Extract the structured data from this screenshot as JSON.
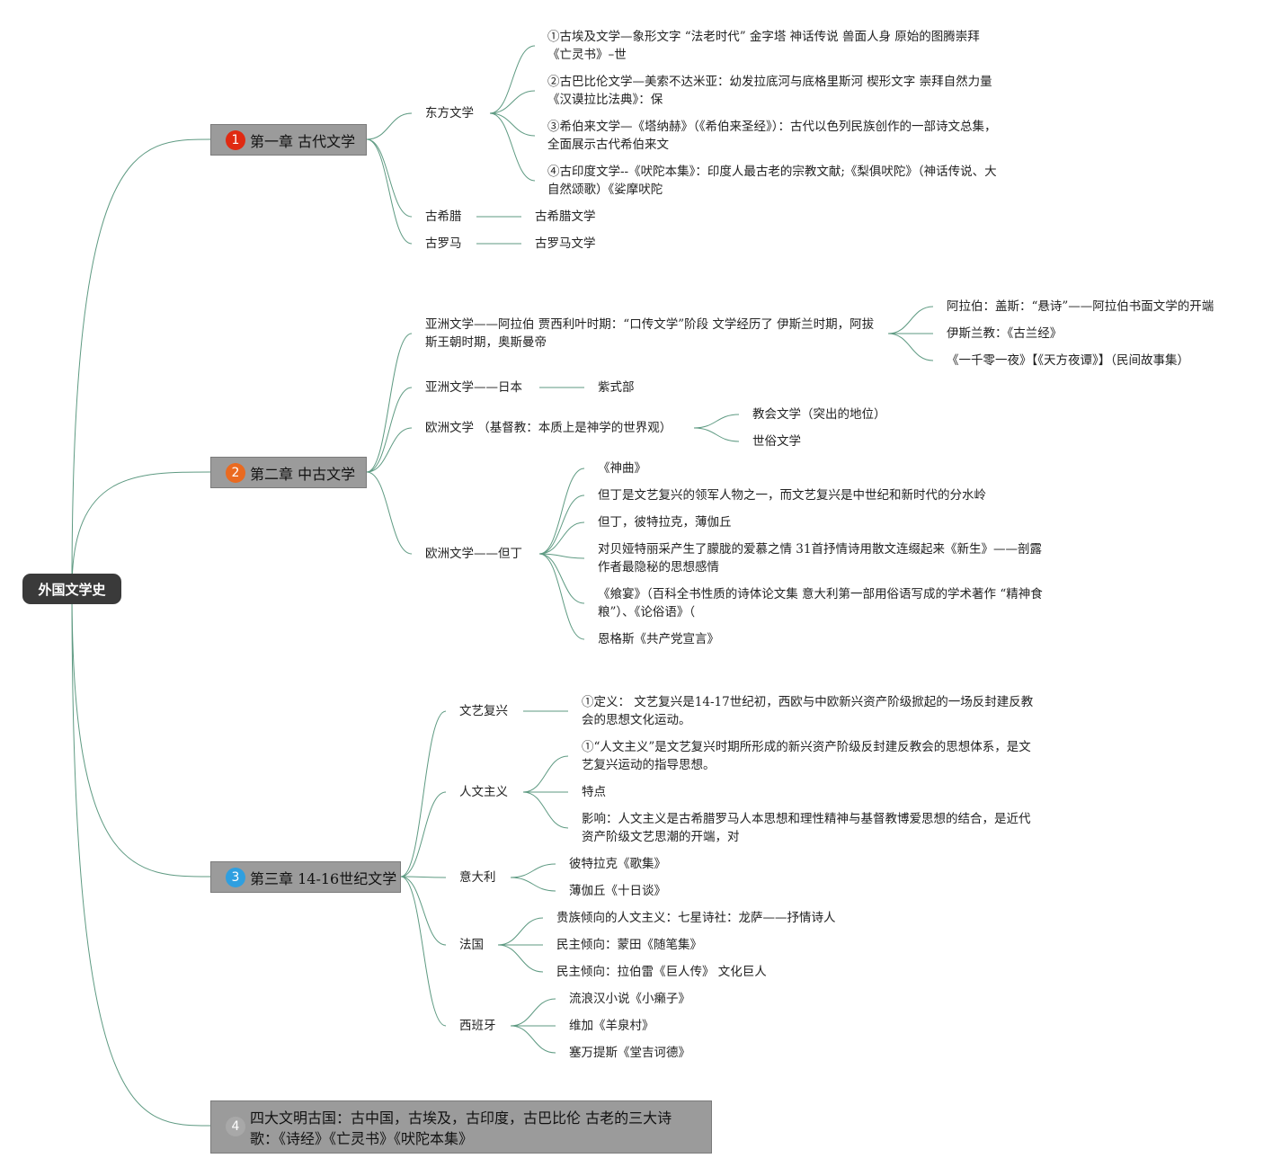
{
  "root": {
    "label": "外国文学史"
  },
  "colors": {
    "link": "#5e9a82",
    "chapter_fill": "#9b9b9b",
    "root_fill": "#3a3a3a"
  },
  "chapters": [
    {
      "badge": "1",
      "badge_color": "#e02a12",
      "label": "第一章 古代文学",
      "branches": [
        {
          "label": "东方文学",
          "items": [
            "①古埃及文学—象形文字 “法老时代” 金字塔 神话传说 兽面人身 原始的图腾崇拜《亡灵书》–世",
            "②古巴比伦文学—美索不达米亚：幼发拉底河与底格里斯河 楔形文字 崇拜自然力量 《汉谟拉比法典》：保",
            "③希伯来文学—《塔纳赫》（《希伯来圣经》）：古代以色列民族创作的一部诗文总集，全面展示古代希伯来文",
            "④古印度文学--《吠陀本集》：印度人最古老的宗教文献;《梨俱吠陀》（神话传说、大自然颂歌）《娑摩吠陀"
          ]
        },
        {
          "label": "古希腊",
          "items": [
            "古希腊文学"
          ]
        },
        {
          "label": "古罗马",
          "items": [
            "古罗马文学"
          ]
        }
      ]
    },
    {
      "badge": "2",
      "badge_color": "#ea6a20",
      "label": "第二章 中古文学",
      "branches": [
        {
          "label": "亚洲文学——阿拉伯 贾西利叶时期：“口传文学”阶段 文学经历了 伊斯兰时期，阿拔斯王朝时期，奥斯曼帝",
          "items": [
            "阿拉伯：盖斯：“悬诗”——阿拉伯书面文学的开端",
            "伊斯兰教：《古兰经》",
            "《一千零一夜》【《天方夜谭》】（民间故事集）"
          ]
        },
        {
          "label": "亚洲文学——日本",
          "items": [
            "紫式部"
          ]
        },
        {
          "label": "欧洲文学 （基督教：本质上是神学的世界观）",
          "items": [
            "教会文学（突出的地位）",
            "世俗文学"
          ]
        },
        {
          "label": "欧洲文学——但丁",
          "items": [
            "《神曲》",
            "但丁是文艺复兴的领军人物之一，而文艺复兴是中世纪和新时代的分水岭",
            "但丁，彼特拉克，薄伽丘",
            "对贝娅特丽采产生了朦胧的爱慕之情 31首抒情诗用散文连缀起来《新生》——剖露作者最隐秘的思想感情",
            "《飨宴》（百科全书性质的诗体论文集 意大利第一部用俗语写成的学术著作 “精神食粮”）、《论俗语》（",
            "恩格斯《共产党宣言》"
          ]
        }
      ]
    },
    {
      "badge": "3",
      "badge_color": "#2f9fe0",
      "label": "第三章 14-16世纪文学",
      "branches": [
        {
          "label": "文艺复兴",
          "items": [
            "①定义： 文艺复兴是14-17世纪初，西欧与中欧新兴资产阶级掀起的一场反封建反教会的思想文化运动。"
          ]
        },
        {
          "label": "人文主义",
          "items": [
            "①“人文主义”是文艺复兴时期所形成的新兴资产阶级反封建反教会的思想体系，是文艺复兴运动的指导思想。",
            "特点",
            "影响：人文主义是古希腊罗马人本思想和理性精神与基督教博爱思想的结合，是近代资产阶级文艺思潮的开端，对"
          ]
        },
        {
          "label": "意大利",
          "items": [
            "彼特拉克《歌集》",
            "薄伽丘《十日谈》"
          ]
        },
        {
          "label": "法国",
          "items": [
            "贵族倾向的人文主义：七星诗社：龙萨——抒情诗人",
            "民主倾向：蒙田《随笔集》",
            "民主倾向：拉伯雷《巨人传》 文化巨人"
          ]
        },
        {
          "label": "西班牙",
          "items": [
            "流浪汉小说《小癞子》",
            "维加《羊泉村》",
            "塞万提斯《堂吉诃德》"
          ]
        }
      ]
    },
    {
      "badge": "4",
      "badge_color": "#a8a8a8",
      "label": "四大文明古国：古中国，古埃及，古印度，古巴比伦 古老的三大诗歌：《诗经》《亡灵书》《吠陀本集》",
      "branches": []
    }
  ]
}
